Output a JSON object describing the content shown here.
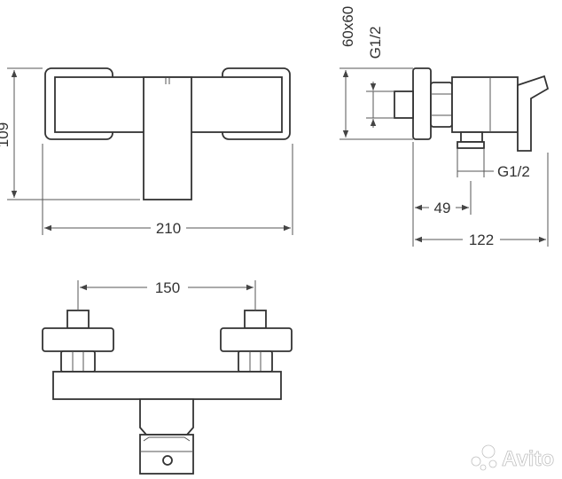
{
  "dimensions": {
    "height_front": "109",
    "width_front": "210",
    "side_size": "60x60",
    "side_thread_top": "G1/2",
    "side_thread_bottom": "G1/2",
    "side_depth_outlet": "49",
    "side_depth_total": "122",
    "centers_bottom": "150"
  },
  "watermark": {
    "brand": "Avito"
  },
  "colors": {
    "line": "#333333",
    "background": "#ffffff"
  }
}
